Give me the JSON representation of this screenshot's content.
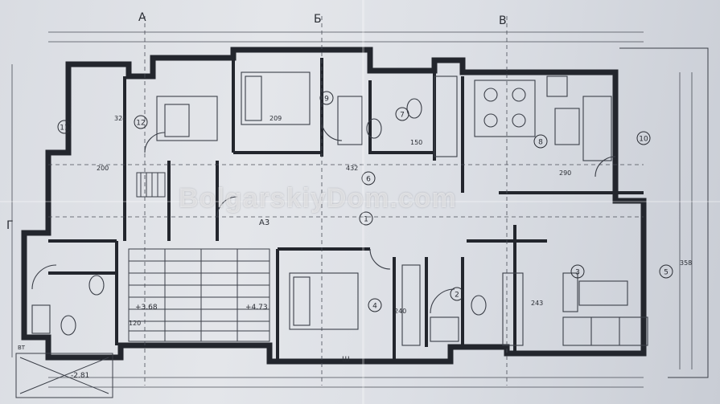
{
  "section_markers": [
    "A",
    "Б",
    "В",
    "Г"
  ],
  "rooms": [
    {
      "no": "1"
    },
    {
      "no": "2"
    },
    {
      "no": "3"
    },
    {
      "no": "4"
    },
    {
      "no": "5"
    },
    {
      "no": "6"
    },
    {
      "no": "7"
    },
    {
      "no": "8"
    },
    {
      "no": "9"
    },
    {
      "no": "10"
    },
    {
      "no": "11"
    },
    {
      "no": "12"
    }
  ],
  "dimension_labels": [
    "200",
    "432",
    "290",
    "240",
    "243",
    "358",
    "324",
    "209",
    "120",
    "150",
    "+3.68",
    "+4.73",
    "-2.81",
    "A3",
    "ВТ",
    "Ш"
  ],
  "watermark": "BolgarskiyDom.com"
}
